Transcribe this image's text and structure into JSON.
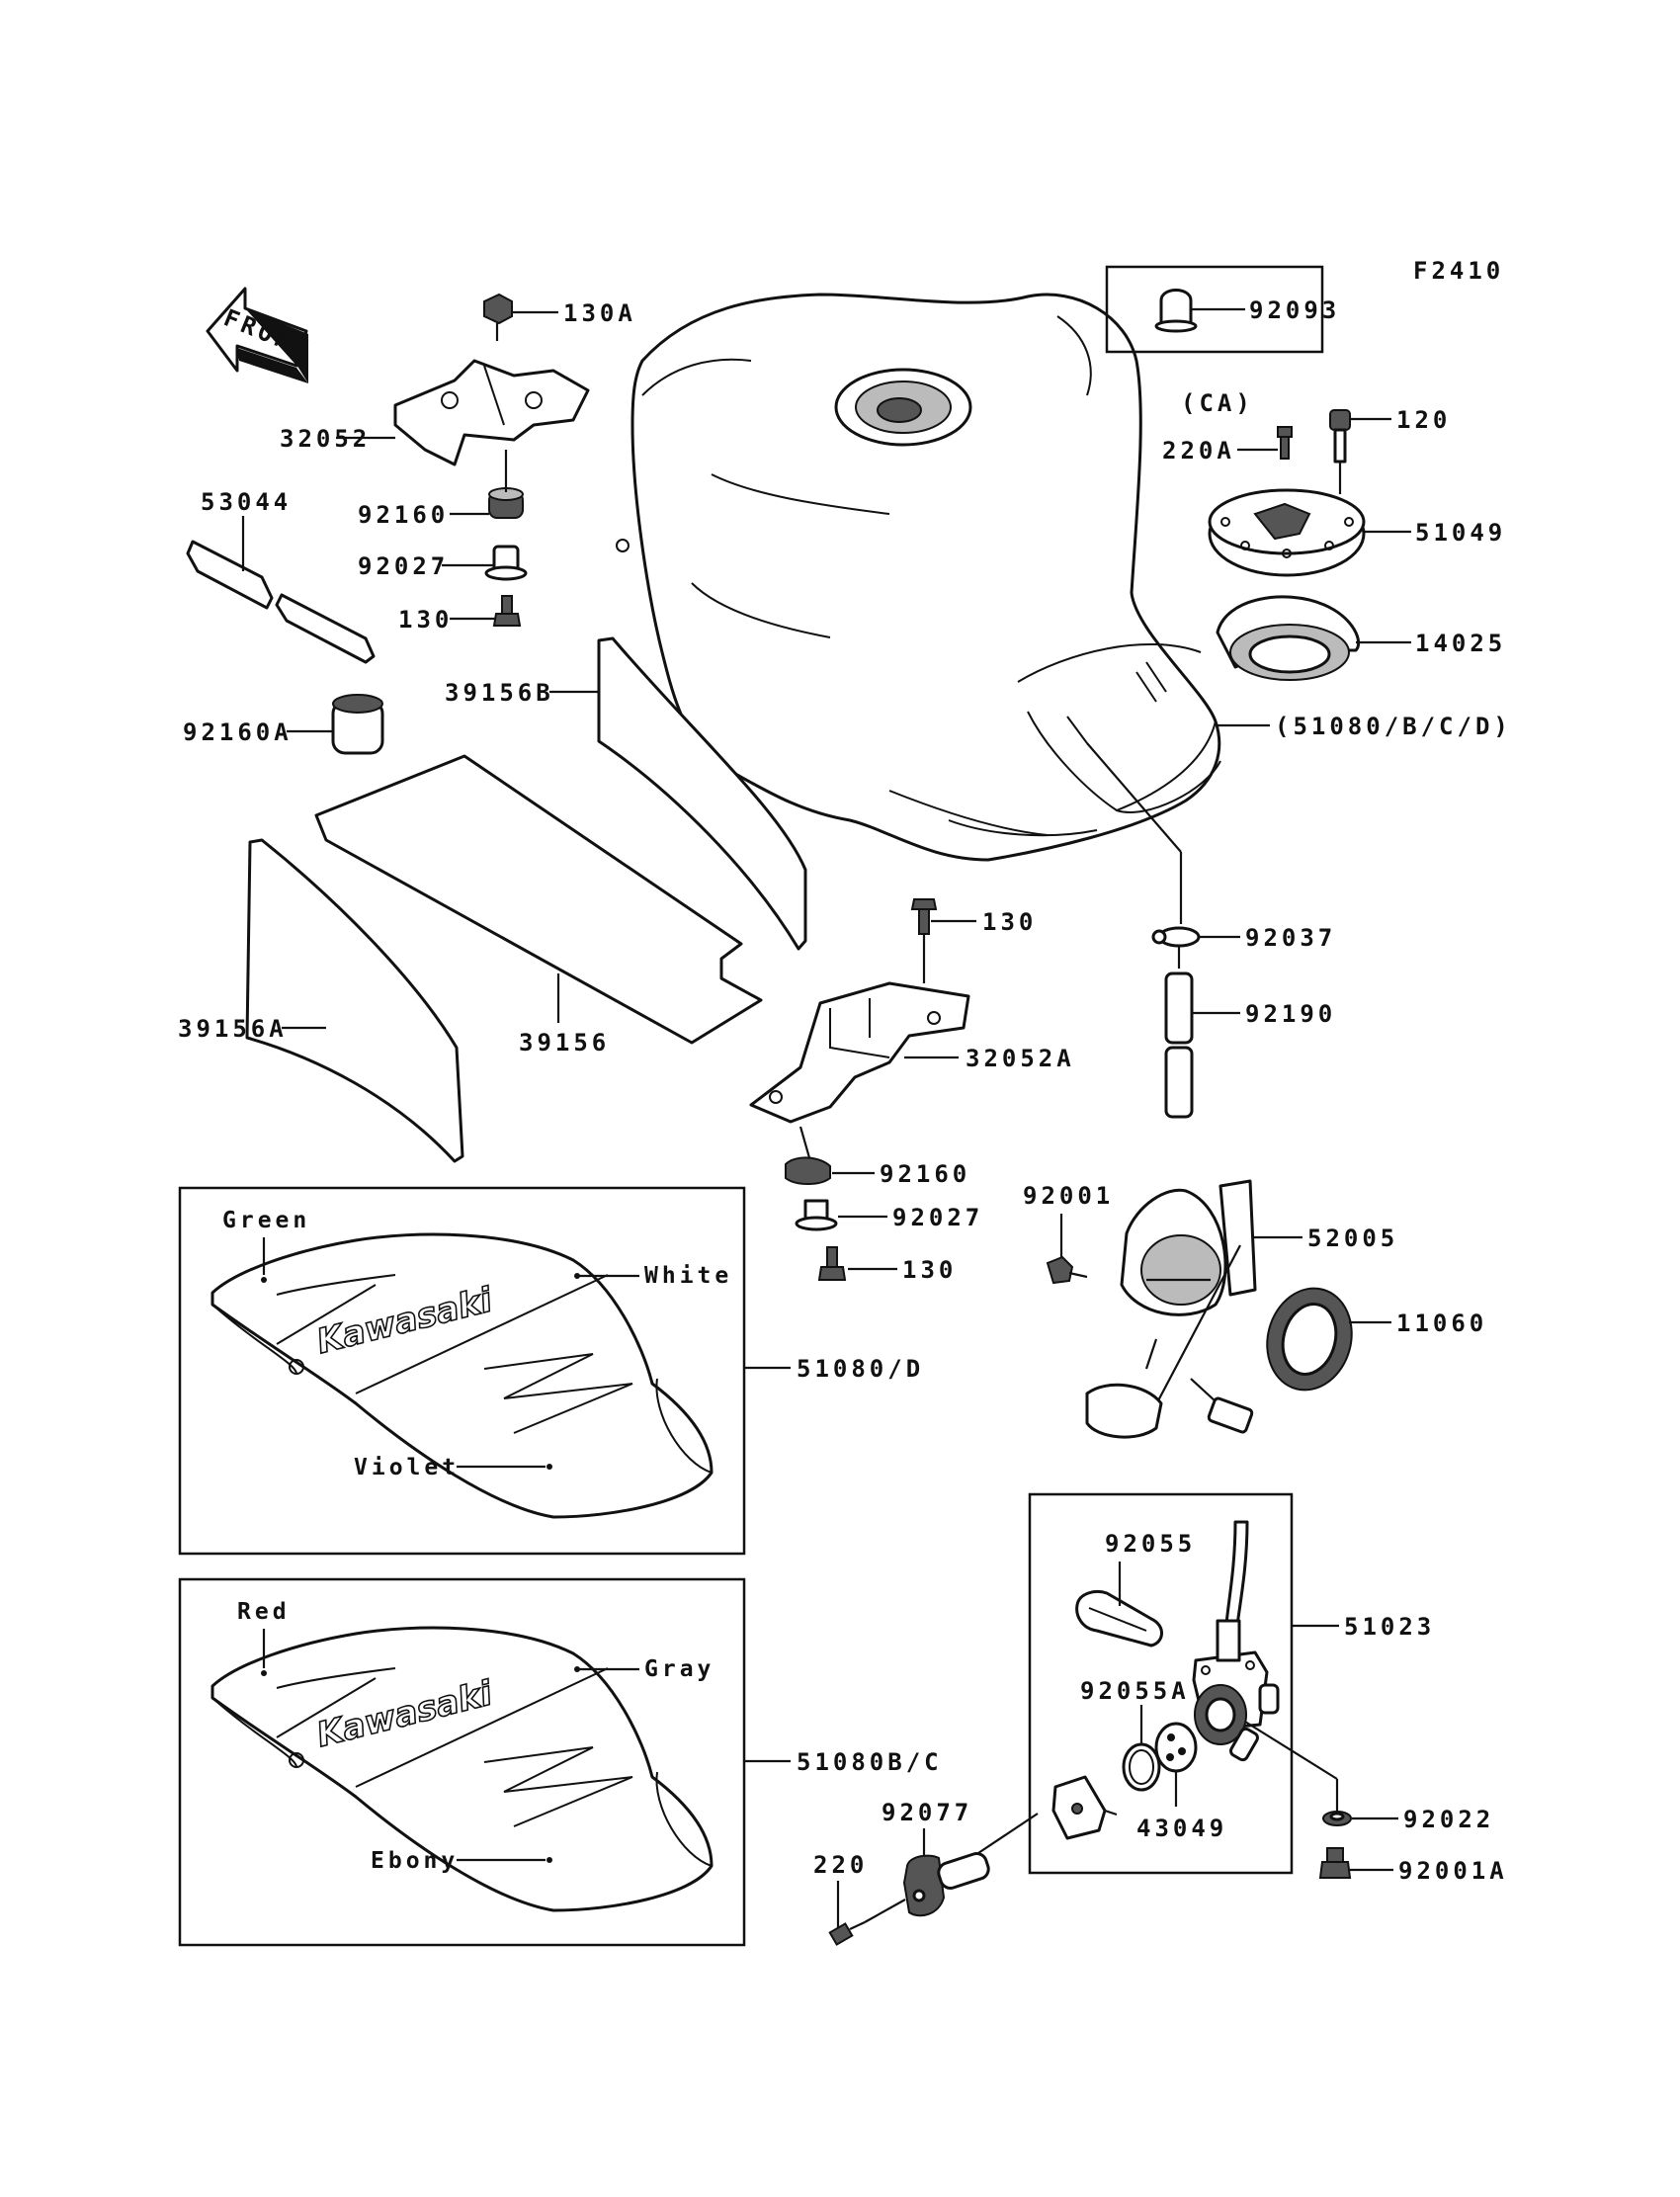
{
  "figure_code": "F2410",
  "front_label": "FRONT",
  "parts": {
    "p130A": "130A",
    "p32052": "32052",
    "p53044": "53044",
    "p92160": "92160",
    "p92027": "92027",
    "p130_top": "130",
    "p92160A": "92160A",
    "p39156B": "39156B",
    "p39156A": "39156A",
    "p39156": "39156",
    "p130_mid": "130",
    "p32052A": "32052A",
    "p92160_b": "92160",
    "p92027_b": "92027",
    "p130_low": "130",
    "p92093": "92093",
    "pCA": "(CA)",
    "p220A": "220A",
    "p120": "120",
    "p51049": "51049",
    "p14025": "14025",
    "p51080BCD": "(51080/B/C/D)",
    "p92037": "92037",
    "p92190": "92190",
    "p92001": "92001",
    "p52005": "52005",
    "p11060": "11060",
    "p51080D": "51080/D",
    "p51080BC": "51080B/C",
    "p92055": "92055",
    "p51023": "51023",
    "p92055A": "92055A",
    "p43049": "43049",
    "p92022": "92022",
    "p92001A": "92001A",
    "p92077": "92077",
    "p220": "220"
  },
  "colors_box1": {
    "green": "Green",
    "white": "White",
    "violet": "Violet"
  },
  "colors_box2": {
    "red": "Red",
    "gray": "Gray",
    "ebony": "Ebony"
  },
  "logo_text": "Kawasaki"
}
